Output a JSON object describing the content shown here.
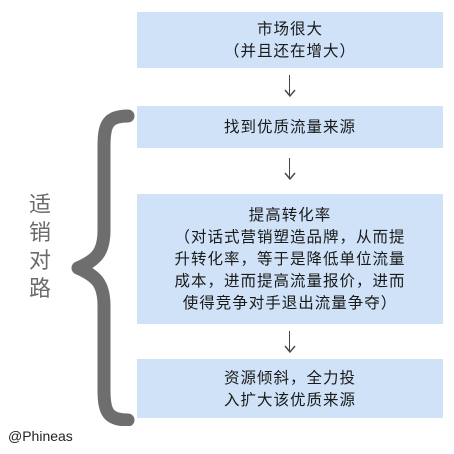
{
  "steps": [
    {
      "lines": [
        "市场很大",
        "（并且还在增大）"
      ]
    },
    {
      "lines": [
        "找到优质流量来源"
      ]
    },
    {
      "lines": [
        "提高转化率",
        "（对话式营销塑造品牌，从而提",
        "升转化率，等于是降低单位流量",
        "成本，进而提高流量报价，进而",
        "使得竞争对手退出流量争夺）"
      ]
    },
    {
      "lines": [
        "资源倾斜，全力投",
        "入扩大该优质来源"
      ]
    }
  ],
  "side_label": [
    "适",
    "销",
    "对",
    "路"
  ],
  "watermark": "@Phineas",
  "colors": {
    "box_fill": "#cfe2f7",
    "brace": "#6e6e6e",
    "arrow": "#444444",
    "side_label": "#6b6b6b"
  }
}
